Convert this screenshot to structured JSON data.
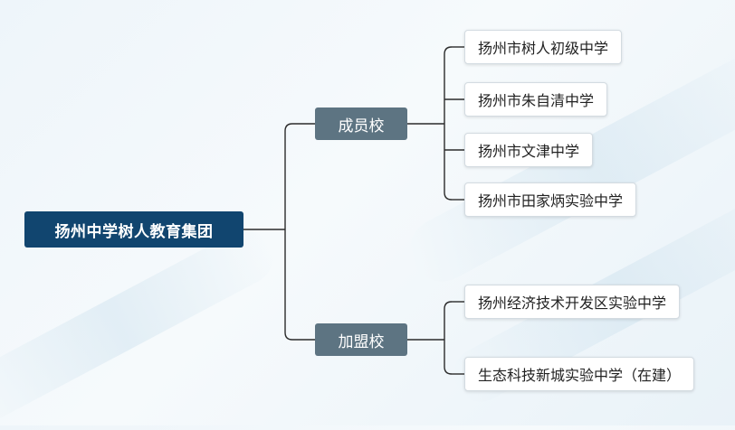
{
  "root": {
    "label": "扬州中学树人教育集团"
  },
  "groups": [
    {
      "label": "成员校",
      "schools": [
        "扬州市树人初级中学",
        "扬州市朱自清中学",
        "扬州市文津中学",
        "扬州市田家炳实验中学"
      ]
    },
    {
      "label": "加盟校",
      "schools": [
        "扬州经济技术开发区实验中学",
        "生态科技新城实验中学（在建）"
      ]
    }
  ],
  "colors": {
    "root_fill": "#11456f",
    "group_fill": "#5d7482",
    "leaf_fill": "#ffffff",
    "connector": "#2b2b2b"
  }
}
